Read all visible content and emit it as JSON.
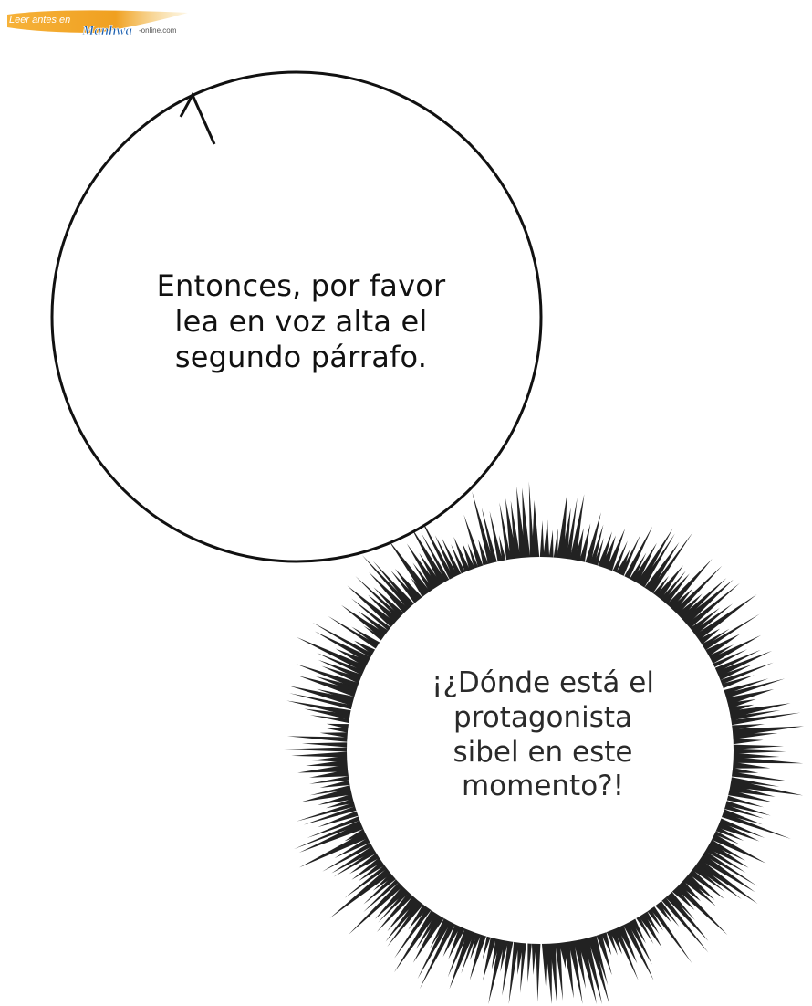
{
  "watermark": {
    "prefix": "Leer antes en",
    "brand": "Manhwa",
    "suffix": "-online.com"
  },
  "bubbles": [
    {
      "kind": "speech",
      "lines": [
        "Entonces, por favor",
        "lea en voz alta el",
        "segundo párrafo."
      ]
    },
    {
      "kind": "burst",
      "lines": [
        "¡¿Dónde está el",
        "protagonista",
        "sibel en este",
        "momento?!"
      ]
    }
  ],
  "colors": {
    "ink": "#111111",
    "background": "#ffffff",
    "watermark_orange": "#f0a020",
    "watermark_blue": "#1a5fb0"
  }
}
